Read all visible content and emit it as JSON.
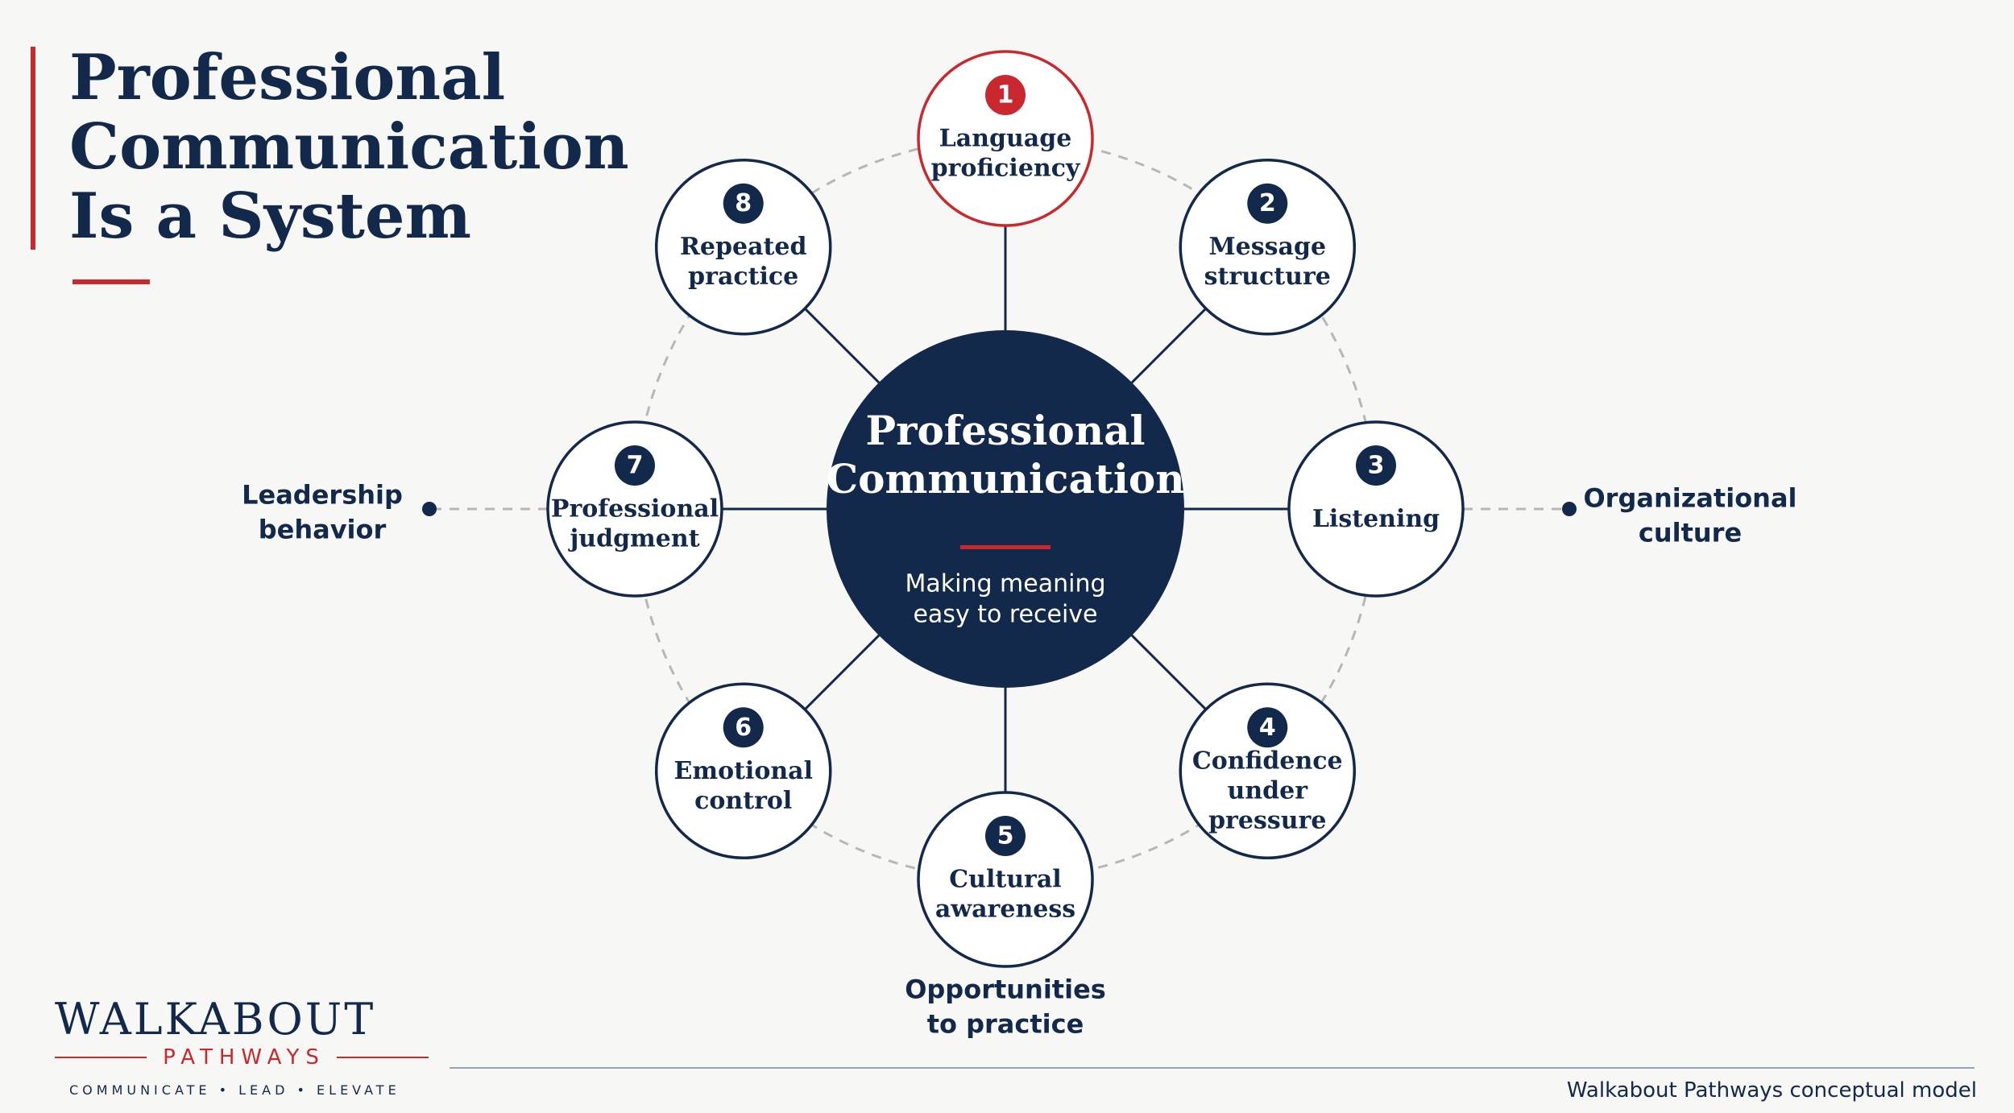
{
  "title": {
    "lines": [
      "Professional",
      "Communication",
      "Is a System"
    ]
  },
  "center": {
    "title_lines": [
      "Professional",
      "Communication"
    ],
    "subtitle_lines": [
      "Making meaning",
      "easy to receive"
    ]
  },
  "nodes": [
    {
      "number": "1",
      "label_lines": [
        "Language",
        "proficiency"
      ],
      "highlighted": true
    },
    {
      "number": "2",
      "label_lines": [
        "Message",
        "structure"
      ],
      "highlighted": false
    },
    {
      "number": "3",
      "label_lines": [
        "Listening"
      ],
      "highlighted": false
    },
    {
      "number": "4",
      "label_lines": [
        "Confidence",
        "under",
        "pressure"
      ],
      "highlighted": false
    },
    {
      "number": "5",
      "label_lines": [
        "Cultural",
        "awareness"
      ],
      "highlighted": false
    },
    {
      "number": "6",
      "label_lines": [
        "Emotional",
        "control"
      ],
      "highlighted": false
    },
    {
      "number": "7",
      "label_lines": [
        "Professional",
        "judgment"
      ],
      "highlighted": false
    },
    {
      "number": "8",
      "label_lines": [
        "Repeated",
        "practice"
      ],
      "highlighted": false
    }
  ],
  "outer_influences": [
    {
      "label_lines": [
        "Leadership",
        "behavior"
      ],
      "side": "left"
    },
    {
      "label_lines": [
        "Organizational",
        "culture"
      ],
      "side": "right"
    },
    {
      "label_lines": [
        "Opportunities",
        "to practice"
      ],
      "side": "bottom"
    }
  ],
  "logo": {
    "main": "WALKABOUT",
    "sub": "PATHWAYS",
    "tagline": "COMMUNICATE • LEAD • ELEVATE"
  },
  "footer": {
    "text": "Walkabout Pathways conceptual model"
  },
  "colors": {
    "navy": "#13294b",
    "accent_red": "#c8282e",
    "background": "#f7f7f5",
    "dashed_gray": "#b7b7b7"
  }
}
